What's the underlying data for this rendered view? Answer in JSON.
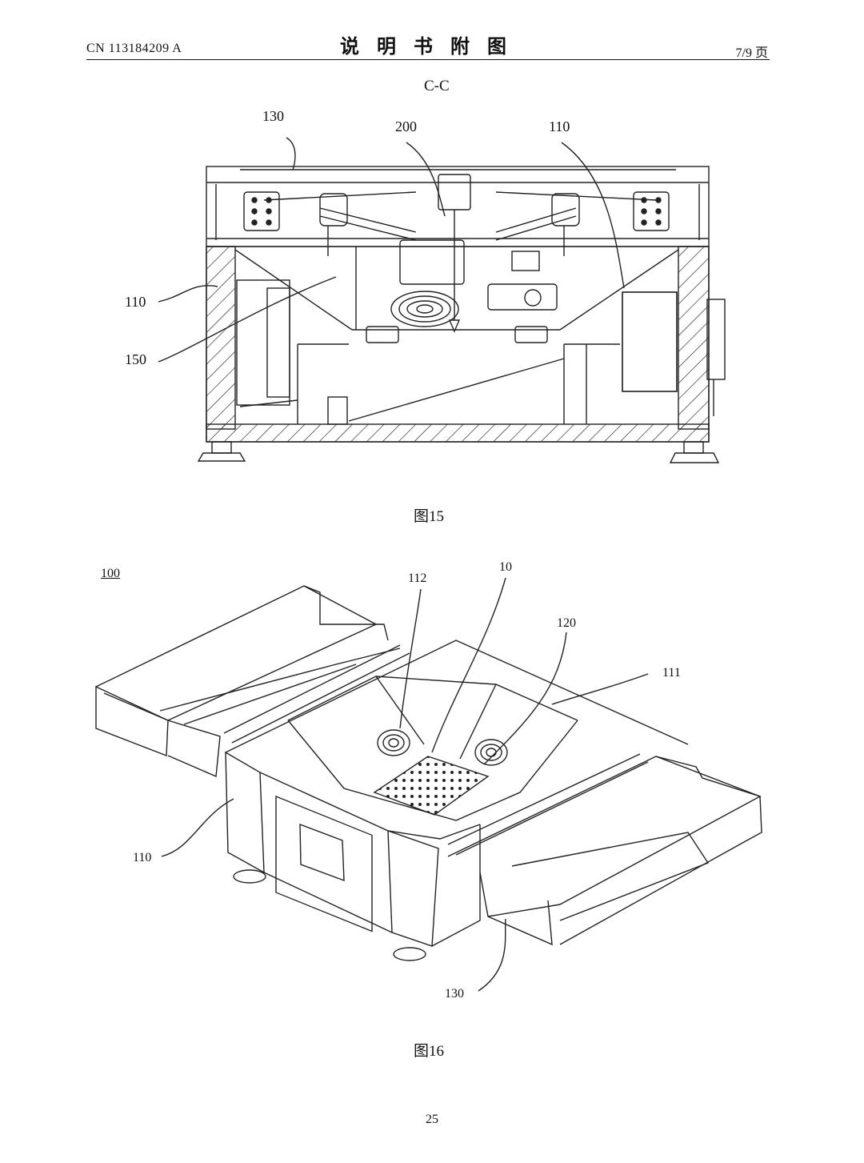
{
  "header": {
    "pub_number": "CN 113184209 A",
    "title": "说明书附图",
    "page_of": "7/9 页"
  },
  "figure15": {
    "section_label": "C-C",
    "labels": {
      "l130": "130",
      "l200": "200",
      "l110_right": "110",
      "l110_left": "110",
      "l150": "150"
    },
    "caption": "图15"
  },
  "figure16": {
    "labels": {
      "l100": "100",
      "l112": "112",
      "l10": "10",
      "l120": "120",
      "l111": "111",
      "l110": "110",
      "l130": "130"
    },
    "caption": "图16"
  },
  "footer": {
    "page_number": "25"
  }
}
